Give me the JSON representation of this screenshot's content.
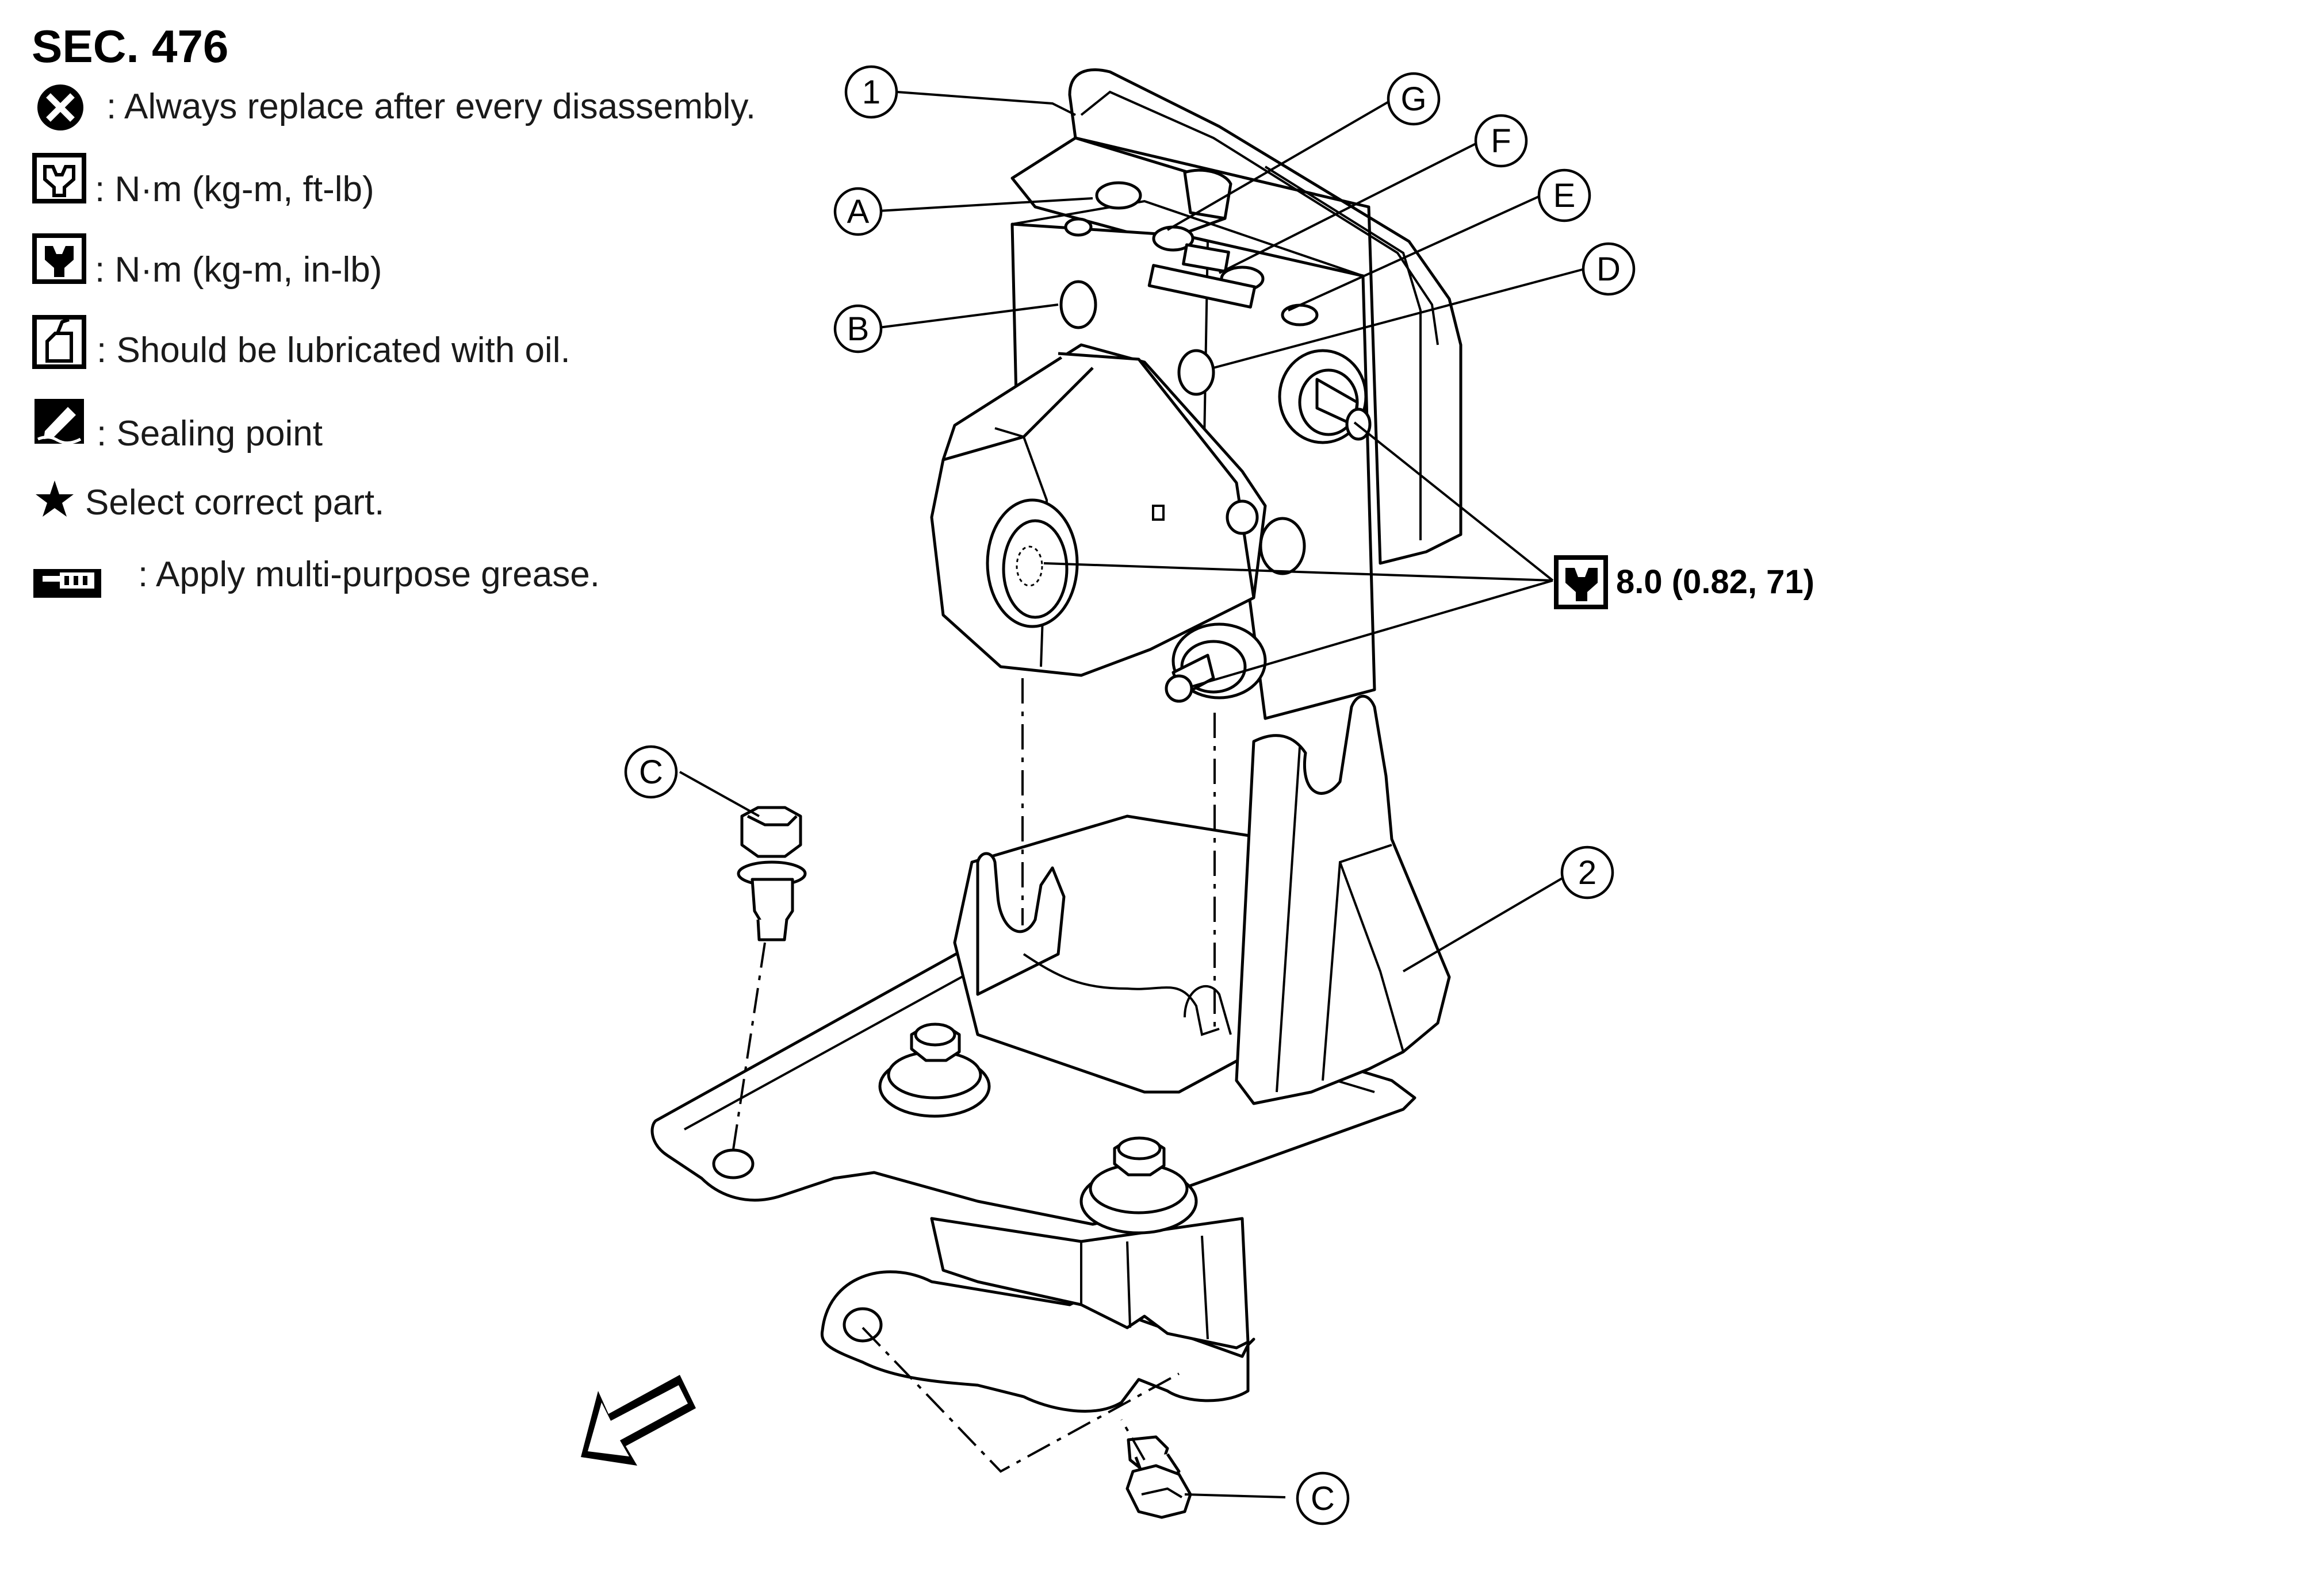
{
  "section_label": "SEC. 476",
  "legend": [
    {
      "icon": "x-circle-icon",
      "text": ": Always replace after every disassembly."
    },
    {
      "icon": "torque-wrench-icon",
      "text": ": N·m (kg-m, ft-lb)"
    },
    {
      "icon": "torque-wrench-filled-icon",
      "text": ": N·m (kg-m, in-lb)"
    },
    {
      "icon": "oil-can-icon",
      "text": ": Should be lubricated with oil."
    },
    {
      "icon": "sealant-icon",
      "text": ": Sealing point"
    },
    {
      "icon": "star-icon",
      "text": "Select correct part."
    },
    {
      "icon": "grease-gun-icon",
      "text": ": Apply multi-purpose grease."
    }
  ],
  "callouts": {
    "one": "1",
    "two": "2",
    "a": "A",
    "b": "B",
    "c_top": "C",
    "c_bottom": "C",
    "d": "D",
    "e": "E",
    "f": "F",
    "g": "G"
  },
  "torque_spec": "8.0 (0.82, 71)",
  "colors": {
    "line": "#000000",
    "background": "#ffffff",
    "legend_text": "#1a1a1a"
  }
}
